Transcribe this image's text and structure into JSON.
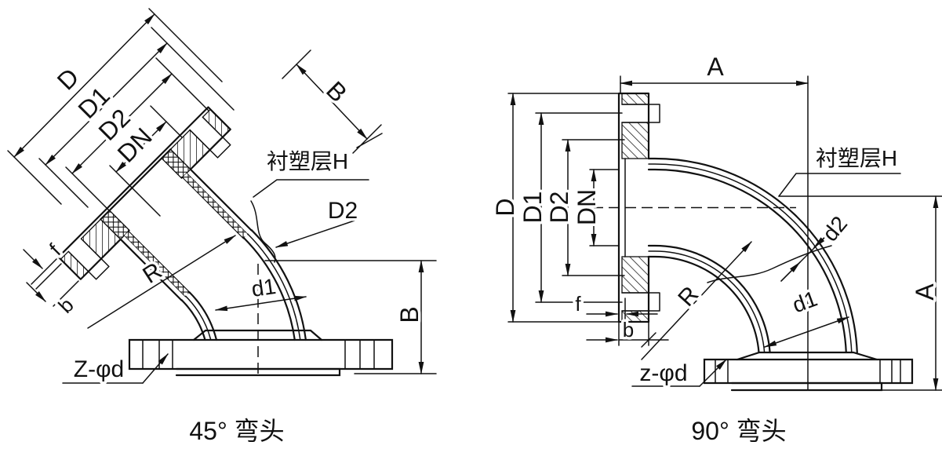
{
  "drawing": {
    "background": "#ffffff",
    "line_color": "#111111",
    "type": "technical-drawing",
    "subject": "flanged plastic-lined pipe elbows",
    "captions": {
      "left": "45° 弯头",
      "right": "90° 弯头"
    },
    "labels": {
      "D": "D",
      "D1": "D1",
      "D2": "D2",
      "DN": "DN",
      "A": "A",
      "B": "B",
      "R": "R",
      "f": "f",
      "b": "b",
      "d1": "d1",
      "d2": "d2",
      "lining": "衬塑层H",
      "bolt_left": "Z-φd",
      "bolt_right": "z-φd"
    }
  }
}
